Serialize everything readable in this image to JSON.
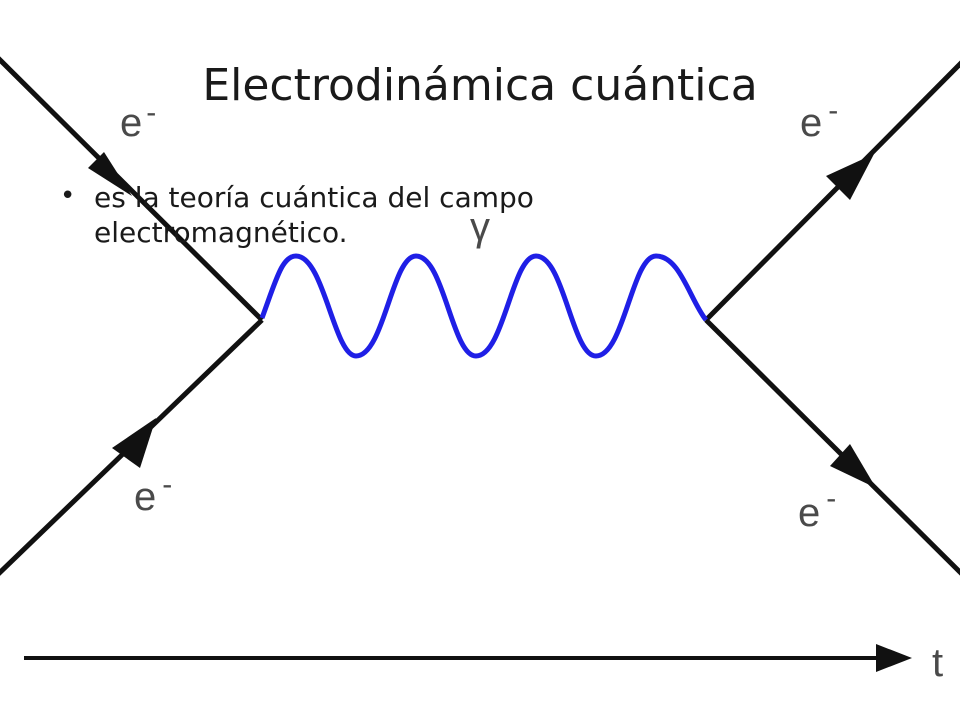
{
  "slide": {
    "title": "Electrodinámica cuántica",
    "bullets": [
      " es la teoría  cuántica del campo electromagnético."
    ]
  },
  "diagram": {
    "labels": {
      "electron_in_top": "e",
      "electron_in_bottom": "e",
      "electron_out_top": "e",
      "electron_out_bottom": "e",
      "charge_sign": "-",
      "photon": "γ",
      "time_axis": "t"
    },
    "colors": {
      "fermion_line": "#111111",
      "photon_line": "#1f1fe6",
      "label_text": "#4a4a4a"
    }
  }
}
